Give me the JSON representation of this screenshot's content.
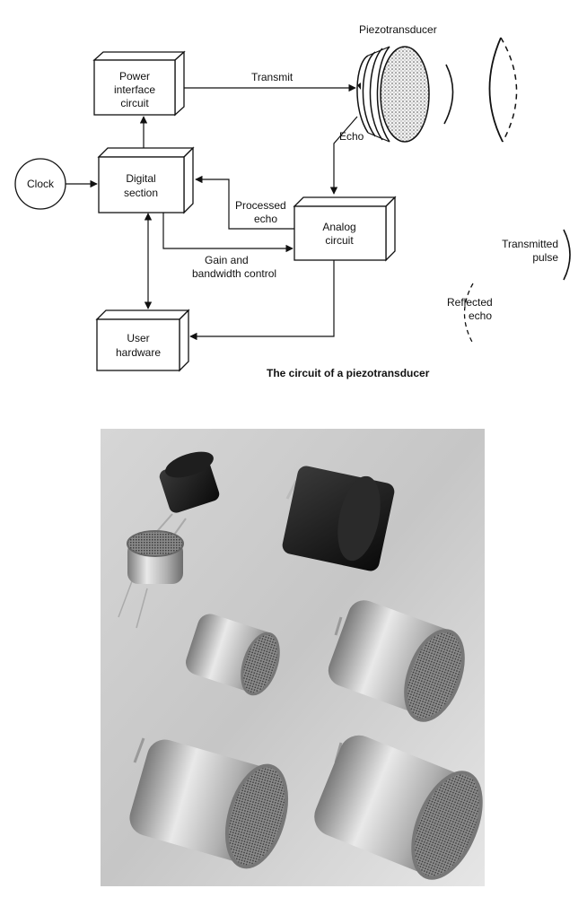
{
  "diagram": {
    "blocks": {
      "power": [
        "Power",
        "interface",
        "circuit"
      ],
      "digital": [
        "Digital",
        "section"
      ],
      "analog": [
        "Analog",
        "circuit"
      ],
      "user": [
        "User",
        "hardware"
      ]
    },
    "clock": "Clock",
    "piezo_label": "Piezotransducer",
    "arrows": {
      "transmit": "Transmit",
      "echo": "Echo",
      "processed_echo": [
        "Processed",
        "echo"
      ],
      "gain_bandwidth": [
        "Gain and",
        "bandwidth control"
      ]
    },
    "legend": {
      "transmitted_pulse": [
        "Transmitted",
        "pulse"
      ],
      "reflected_echo": [
        "Reflected",
        "echo"
      ]
    },
    "caption": "The circuit of a piezotransducer"
  }
}
